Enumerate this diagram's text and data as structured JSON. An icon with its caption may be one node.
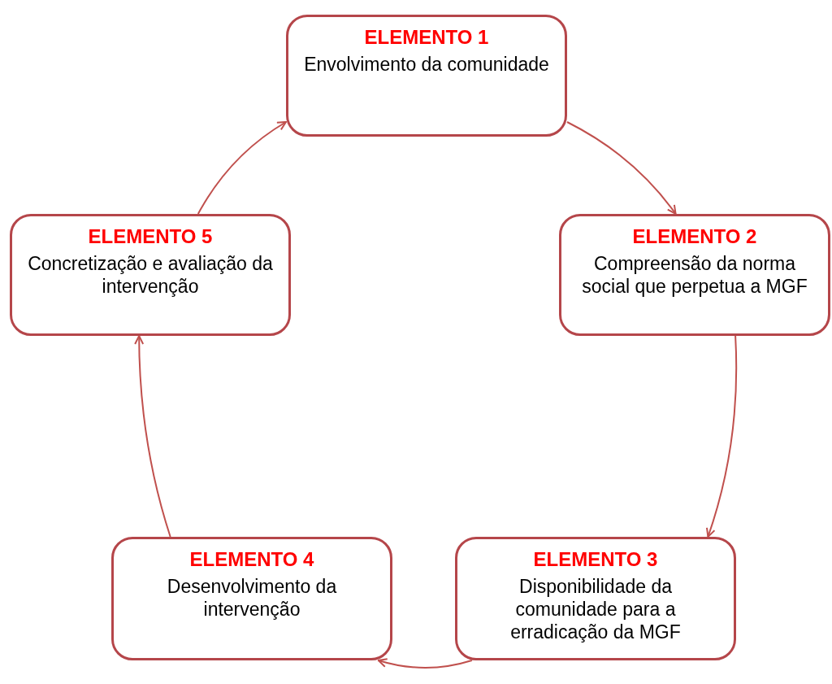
{
  "diagram": {
    "nodes": [
      {
        "text": [
          "ELEMENTO 1",
          "Envolvimento da comunidade"
        ]
      },
      {
        "text": [
          "ELEMENTO 2",
          "Compreensão da norma social que perpetua a MGF"
        ]
      },
      {
        "text": [
          "ELEMENTO 3",
          "Disponibilidade da comunidade para a erradicação da MGF"
        ]
      },
      {
        "text": [
          "ELEMENTO 4",
          "Desenvolvimento da intervenção"
        ]
      },
      {
        "text": [
          "ELEMENTO 5",
          "Concretização e avaliação da intervenção"
        ]
      }
    ],
    "edges": [
      {
        "from": 0,
        "to": 1,
        "arrow": "to"
      },
      {
        "from": 1,
        "to": 2,
        "arrow": "to"
      },
      {
        "from": 2,
        "to": 3,
        "arrow": "to"
      },
      {
        "from": 3,
        "to": 4,
        "arrow": "to"
      },
      {
        "from": 4,
        "to": 0,
        "arrow": "to"
      }
    ]
  }
}
